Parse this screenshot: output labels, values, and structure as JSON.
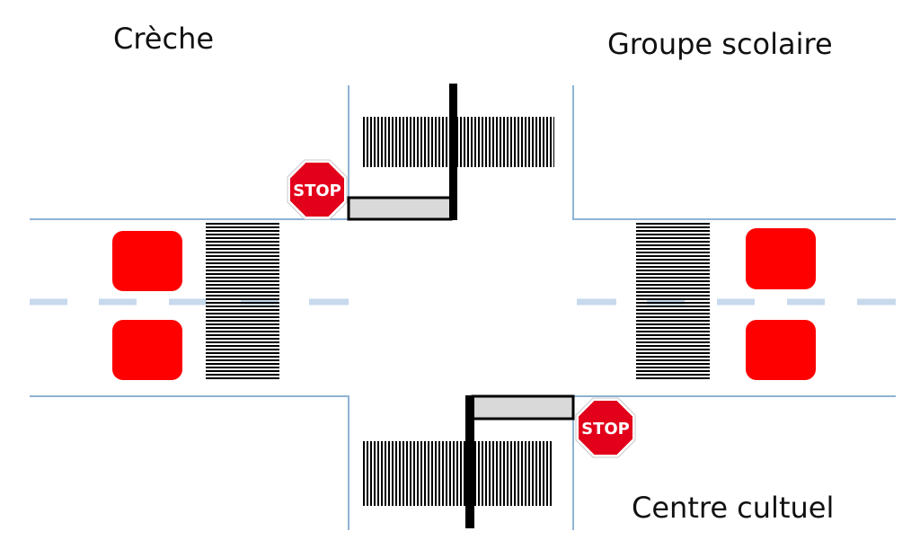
{
  "labels": {
    "top_left": "Crèche",
    "top_right": "Groupe scolaire",
    "bottom_right": "Centre cultuel"
  },
  "stop_signs": [
    {
      "text": "STOP"
    },
    {
      "text": "STOP"
    }
  ],
  "colors": {
    "road_edge": "#8fb3d4",
    "center_dash": "#c7d9ec",
    "traffic_block": "#ff0000",
    "crosswalk": "#000000",
    "barrier_fill": "#d9d9d9",
    "stop_red": "#e2001a"
  },
  "icons": [
    "stop-sign-icon",
    "crosswalk",
    "barrier-gate",
    "traffic-block"
  ]
}
